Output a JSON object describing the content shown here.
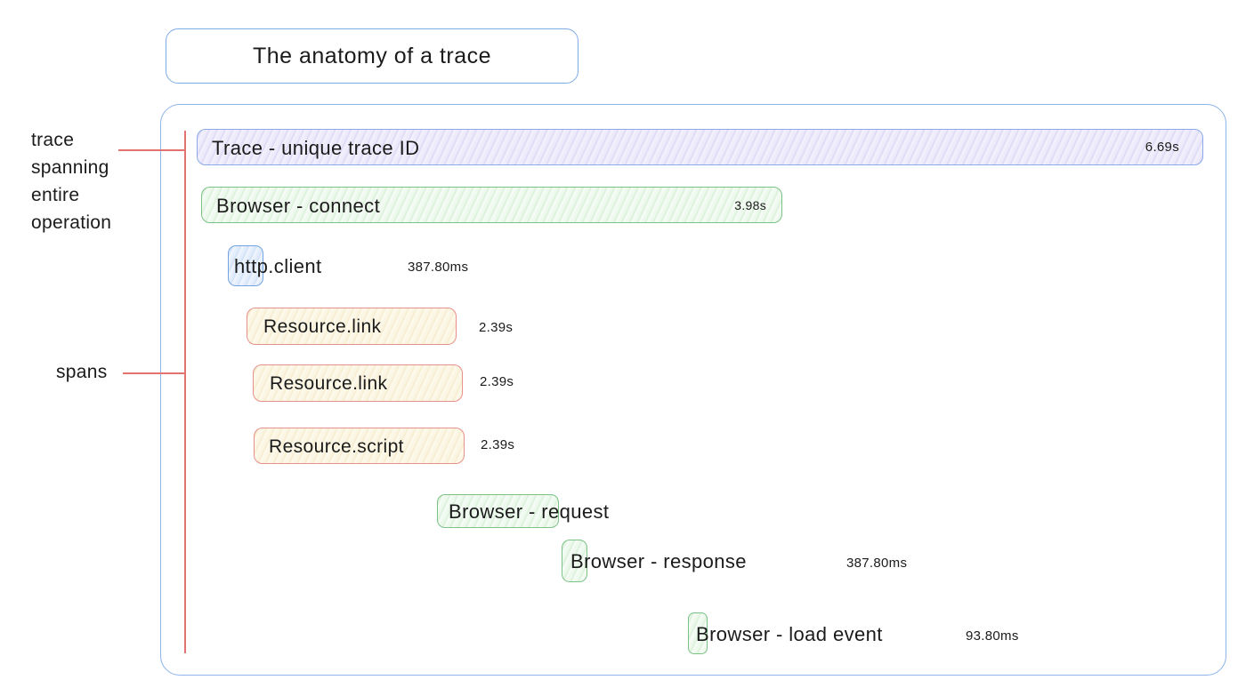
{
  "title": "The anatomy of a trace",
  "annotations": {
    "trace_lines": [
      "trace",
      "spanning",
      "entire",
      "operation"
    ],
    "spans_label": "spans"
  },
  "spans": {
    "trace": {
      "label": "Trace - unique trace ID",
      "duration": "6.69s"
    },
    "browser_connect": {
      "label": "Browser - connect",
      "duration": "3.98s"
    },
    "http_client": {
      "label": "http.client",
      "duration": "387.80ms"
    },
    "resource_link_1": {
      "label": "Resource.link",
      "duration": "2.39s"
    },
    "resource_link_2": {
      "label": "Resource.link",
      "duration": "2.39s"
    },
    "resource_script": {
      "label": "Resource.script",
      "duration": "2.39s"
    },
    "browser_request": {
      "label": "Browser - request"
    },
    "browser_response": {
      "label": "Browser - response",
      "duration": "387.80ms"
    },
    "browser_load_event": {
      "label": "Browser - load event",
      "duration": "93.80ms"
    }
  },
  "colors": {
    "container_border_blue": "#8db4ea",
    "trace_fill_purple": "#e7e3f7",
    "trace_border_blue": "#8aa9e6",
    "green_fill": "#e6f5e6",
    "green_border": "#7cc285",
    "blue_fill": "#dde9fa",
    "blue_border": "#74a3e2",
    "cream_fill": "#f9f2dc",
    "salmon_border": "#e8908a",
    "annotation_red": "#e4726e",
    "text": "#1b1b1b"
  }
}
